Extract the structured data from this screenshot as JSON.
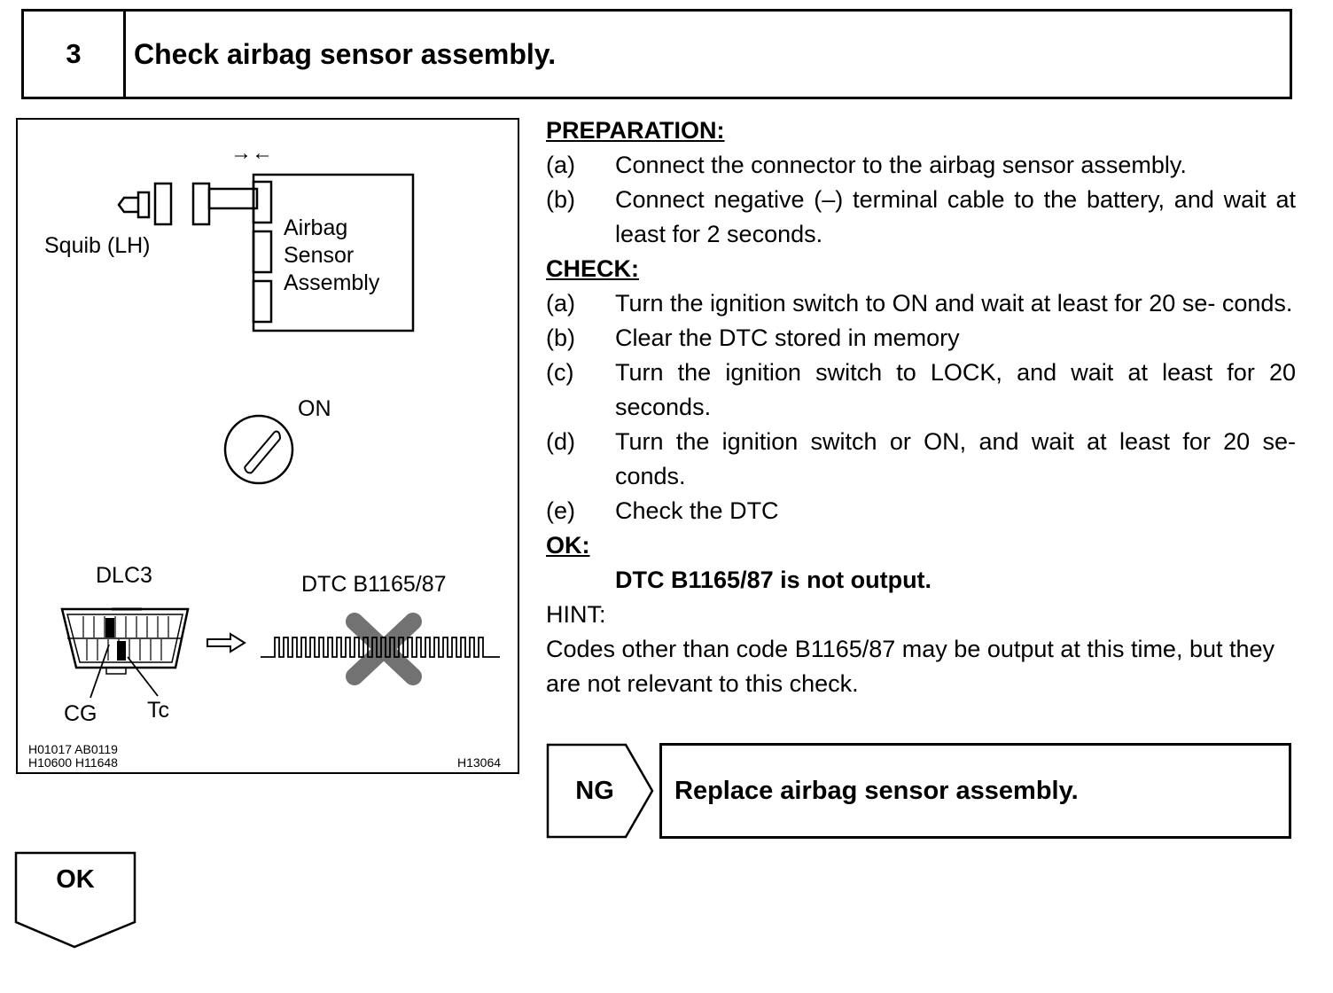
{
  "step": {
    "number": "3",
    "title": "Check airbag sensor assembly."
  },
  "figure": {
    "connect_arrows": "→←",
    "squib_label": "Squib (LH)",
    "sensor_label": [
      "Airbag",
      "Sensor",
      "Assembly"
    ],
    "ignition_label": "ON",
    "dlc_label": "DLC3",
    "dtc_label": "DTC B1165/87",
    "pin_cg": "CG",
    "pin_tc": "Tc",
    "ref_codes": [
      "H01017  AB0119",
      "H10600  H11648"
    ],
    "figure_code": "H13064"
  },
  "preparation": {
    "heading": "PREPARATION:",
    "items": [
      {
        "label": "(a)",
        "text": "Connect the connector to the airbag sensor assembly."
      },
      {
        "label": "(b)",
        "text": "Connect negative (–) terminal cable to the battery, and wait at least for 2 seconds."
      }
    ]
  },
  "check": {
    "heading": "CHECK:",
    "items": [
      {
        "label": "(a)",
        "text": "Turn the ignition switch to ON and wait at least for 20 se- conds."
      },
      {
        "label": "(b)",
        "text": "Clear the DTC stored in memory"
      },
      {
        "label": "(c)",
        "text": "Turn the ignition switch to LOCK, and wait at least for 20 seconds."
      },
      {
        "label": "(d)",
        "text": "Turn the ignition switch or ON, and wait at least for 20 se- conds."
      },
      {
        "label": "(e)",
        "text": "Check the DTC"
      }
    ]
  },
  "ok": {
    "heading": "OK:",
    "text": "DTC B1165/87 is not output."
  },
  "hint": {
    "heading": "HINT:",
    "text": "Codes other than code B1165/87 may be output at this time, but they are not relevant to this check."
  },
  "ng_result": {
    "label": "NG",
    "action": "Replace airbag sensor assembly."
  },
  "ok_result": {
    "label": "OK"
  }
}
